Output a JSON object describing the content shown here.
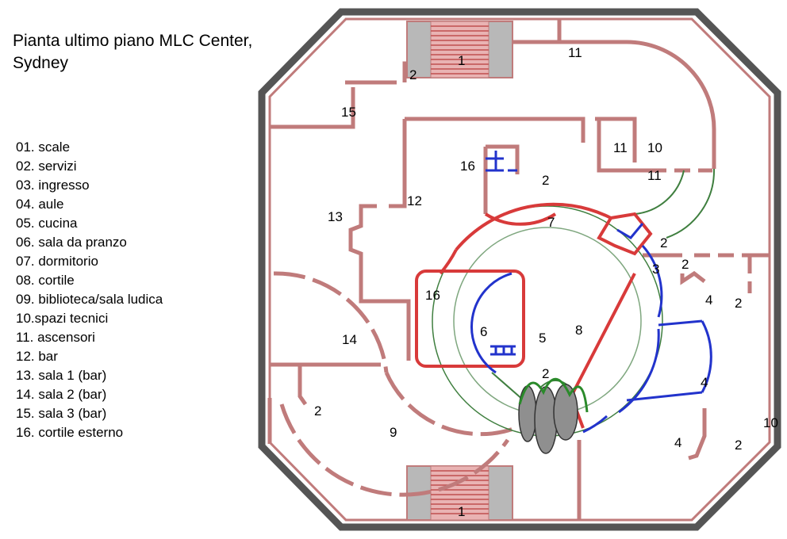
{
  "title": "Pianta ultimo piano MLC Center,\nSydney",
  "legend": [
    "01. scale",
    "02. servizi",
    "03. ingresso",
    "04. aule",
    "05. cucina",
    "06. sala da pranzo",
    "07. dormitorio",
    "08. cortile",
    "09. biblioteca/sala ludica",
    "10.spazi tecnici",
    "11. ascensori",
    "12. bar",
    "13. sala 1 (bar)",
    "14. sala 2 (bar)",
    "15. sala 3 (bar)",
    "16. cortile esterno"
  ],
  "labels": {
    "stair_top": "1",
    "stair_bottom": "1",
    "serv_top": "2",
    "serv_center": "2",
    "serv_entry": "2",
    "serv_east_a": "2",
    "serv_east_b": "2",
    "serv_east_c": "2",
    "serv_sw": "2",
    "serv_core": "2",
    "kitchen": "5",
    "dining": "6",
    "dorm": "7",
    "courtyard": "8",
    "entrance": "3",
    "class_a": "4",
    "class_b": "4",
    "class_c": "4",
    "library": "9",
    "tech_a": "10",
    "tech_b": "10",
    "lift_a": "11",
    "lift_b": "11",
    "lift_c": "11",
    "bar": "12",
    "room1": "13",
    "room2": "14",
    "room3": "15",
    "ext_a": "16",
    "ext_b": "16"
  },
  "colors": {
    "outer_wall": "#555555",
    "wall_fill": "#f1d6d6",
    "wall_stroke": "#c07b7b",
    "red_wall": "#d83a3a",
    "blue_wall": "#2233cc",
    "green_wall": "#3f7f3f",
    "stair_fill": "#b8b8b8"
  }
}
